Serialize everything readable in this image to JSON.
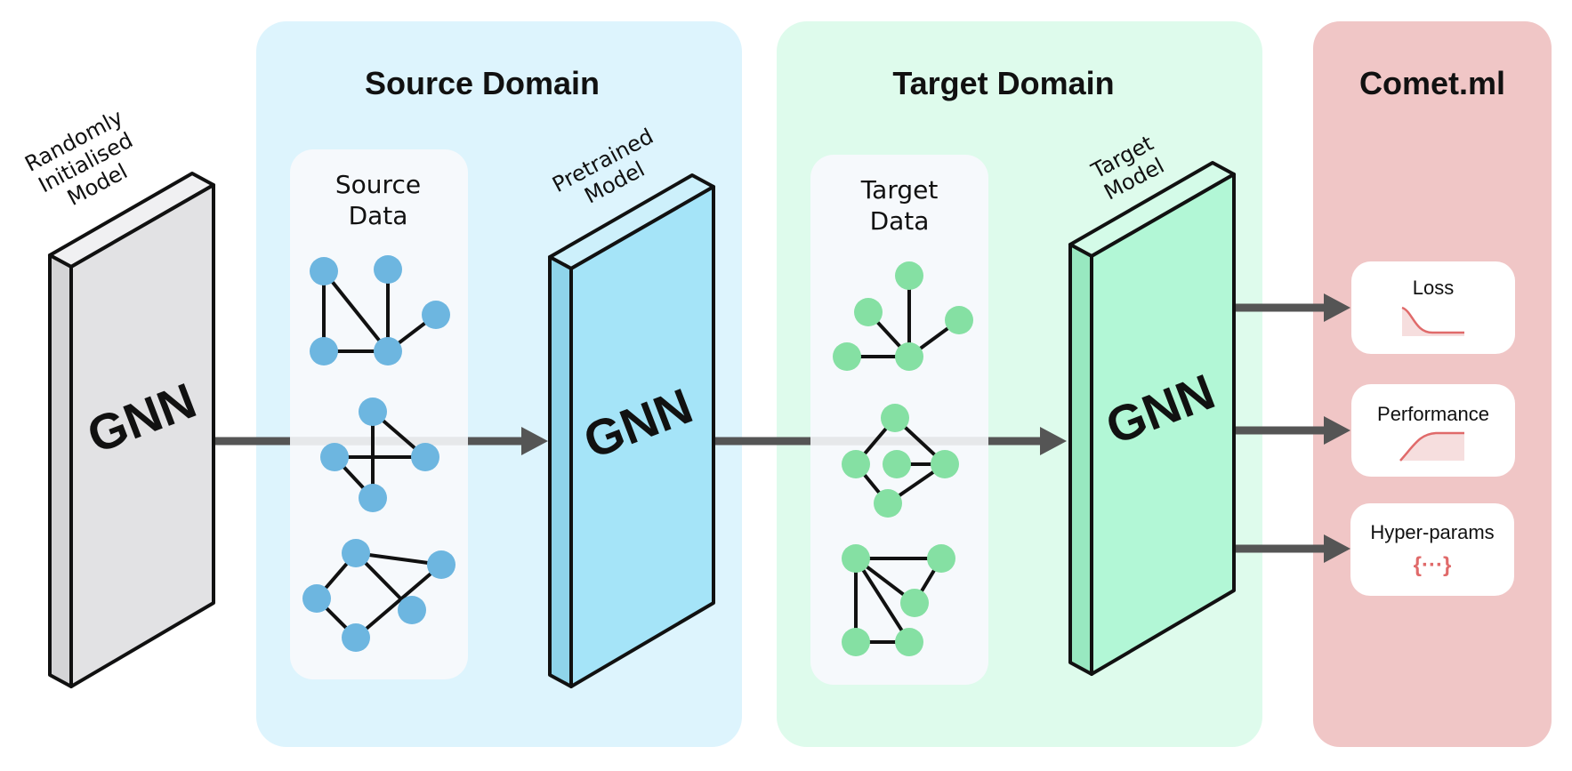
{
  "panels": {
    "source_domain": {
      "title": "Source Domain",
      "color": "#ddf4fd"
    },
    "target_domain": {
      "title": "Target Domain",
      "color": "#defbec"
    },
    "comet": {
      "title": "Comet.ml",
      "color": "#f0c6c6"
    }
  },
  "models": {
    "random": {
      "label_lines": [
        "Randomly",
        "Initialised",
        "Model"
      ],
      "text": "GNN",
      "color": "#e2e2e4"
    },
    "pretrained": {
      "label_lines": [
        "Pretrained",
        "Model"
      ],
      "text": "GNN",
      "color": "#a5e4f8"
    },
    "target": {
      "label_lines": [
        "Target",
        "Model"
      ],
      "text": "GNN",
      "color": "#b2f7d6"
    }
  },
  "cards": {
    "source_data": {
      "title_lines": [
        "Source",
        "Data"
      ],
      "node_color": "#6db6e0"
    },
    "target_data": {
      "title_lines": [
        "Target",
        "Data"
      ],
      "node_color": "#85e0a3"
    }
  },
  "metrics": {
    "loss": {
      "label": "Loss",
      "icon": "loss-curve-icon"
    },
    "performance": {
      "label": "Performance",
      "icon": "performance-curve-icon"
    },
    "hyperparams": {
      "label": "Hyper-params",
      "icon": "braces-ellipsis-icon",
      "glyph": "{···}"
    }
  },
  "colors": {
    "arrow": "#555555",
    "accent_red": "#e06a6a"
  }
}
